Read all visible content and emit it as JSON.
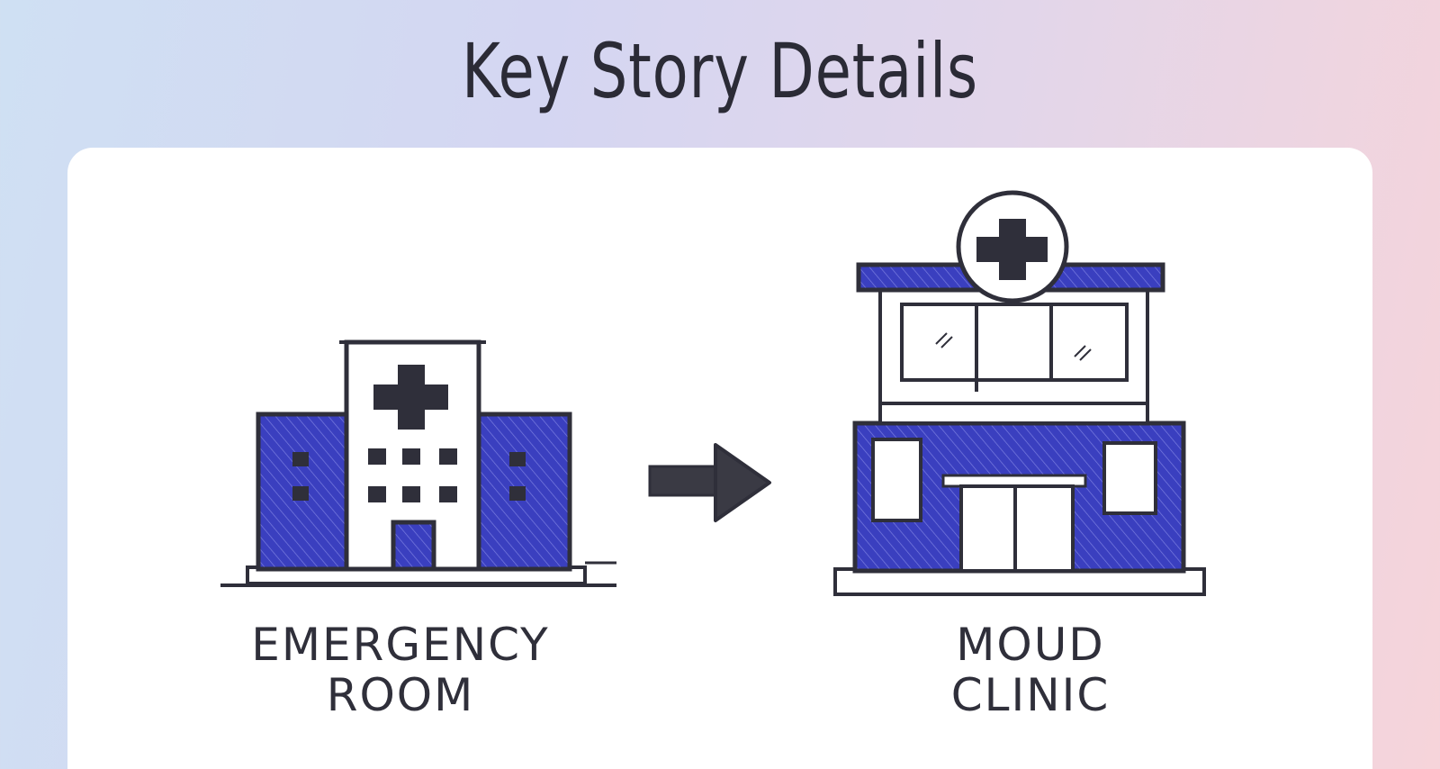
{
  "page": {
    "title": "Key Story Details"
  },
  "diagram": {
    "source": {
      "label": "EMERGENCY\nROOM",
      "icon": "hospital-building-icon"
    },
    "connector": {
      "icon": "arrow-right-icon"
    },
    "target": {
      "label": "MOUD\nCLINIC",
      "icon": "clinic-building-icon"
    }
  },
  "colors": {
    "accent_blue": "#3a3fbf",
    "ink": "#2f2f3a",
    "card": "#ffffff"
  }
}
